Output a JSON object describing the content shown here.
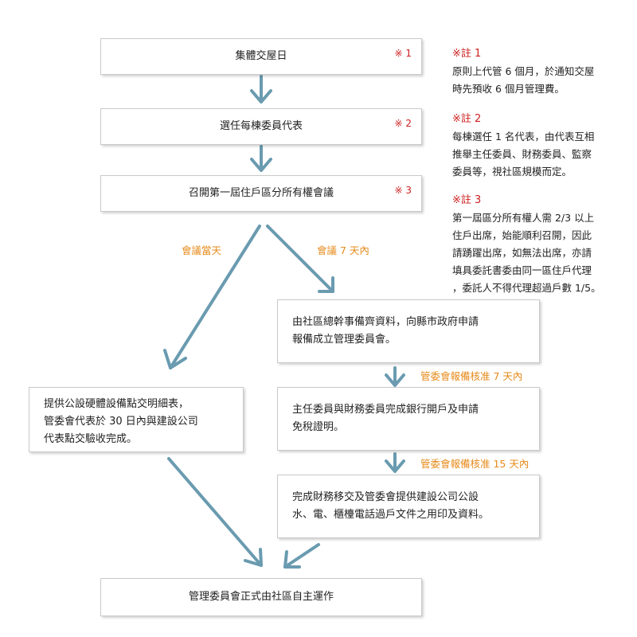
{
  "boxes": {
    "b1": "集體交屋日",
    "b2": "選任每棟委員代表",
    "b3": "召開第一屆住戶區分所有權會議",
    "b4": [
      "由社區總幹事備齊資料，向縣市政府申請",
      "報備成立管理委員會。"
    ],
    "b5": [
      "主任委員與財務委員完成銀行開戶及申請",
      "免稅證明。"
    ],
    "b6": [
      "完成財務移交及管委會提供建設公司公設",
      "水、電、櫃檯電話過戶文件之用印及資料。"
    ],
    "b7": [
      "提供公設硬體設備點交明細表，",
      "管委會代表於 30 日內與建設公司",
      "代表點交驗收完成。"
    ],
    "b8": "管理委員會正式由社區自主運作"
  },
  "marks": [
    "※ 1",
    "※ 2",
    "※ 3"
  ],
  "labels": {
    "same_day": "會議當天",
    "within_7": "會議 7 天內",
    "approve_7": "管委會報備核准 7 天內",
    "approve_15": "管委會報備核准 15 天內"
  },
  "notes": [
    {
      "title": "※註 1",
      "lines": [
        "原則上代管 6 個月，於通知交屋",
        "時先預收 6 個月管理費。"
      ]
    },
    {
      "title": "※註 2",
      "lines": [
        "每棟選任 1 名代表，由代表互相",
        "推舉主任委員、財務委員、監察",
        "委員等，視社區規模而定。"
      ]
    },
    {
      "title": "※註 3",
      "lines": [
        "第一屆區分所有權人需 2/3 以上",
        "住戶出席，始能順利召開，因此",
        "請踴躍出席，如無法出席，亦請",
        "填具委託書委由同一區住戶代理",
        "，委託人不得代理超過戶數 1/5。"
      ]
    }
  ],
  "colors": {
    "arrow": "#6a9bb0",
    "mark": "#cc1f1f",
    "label": "#e68a1a"
  }
}
